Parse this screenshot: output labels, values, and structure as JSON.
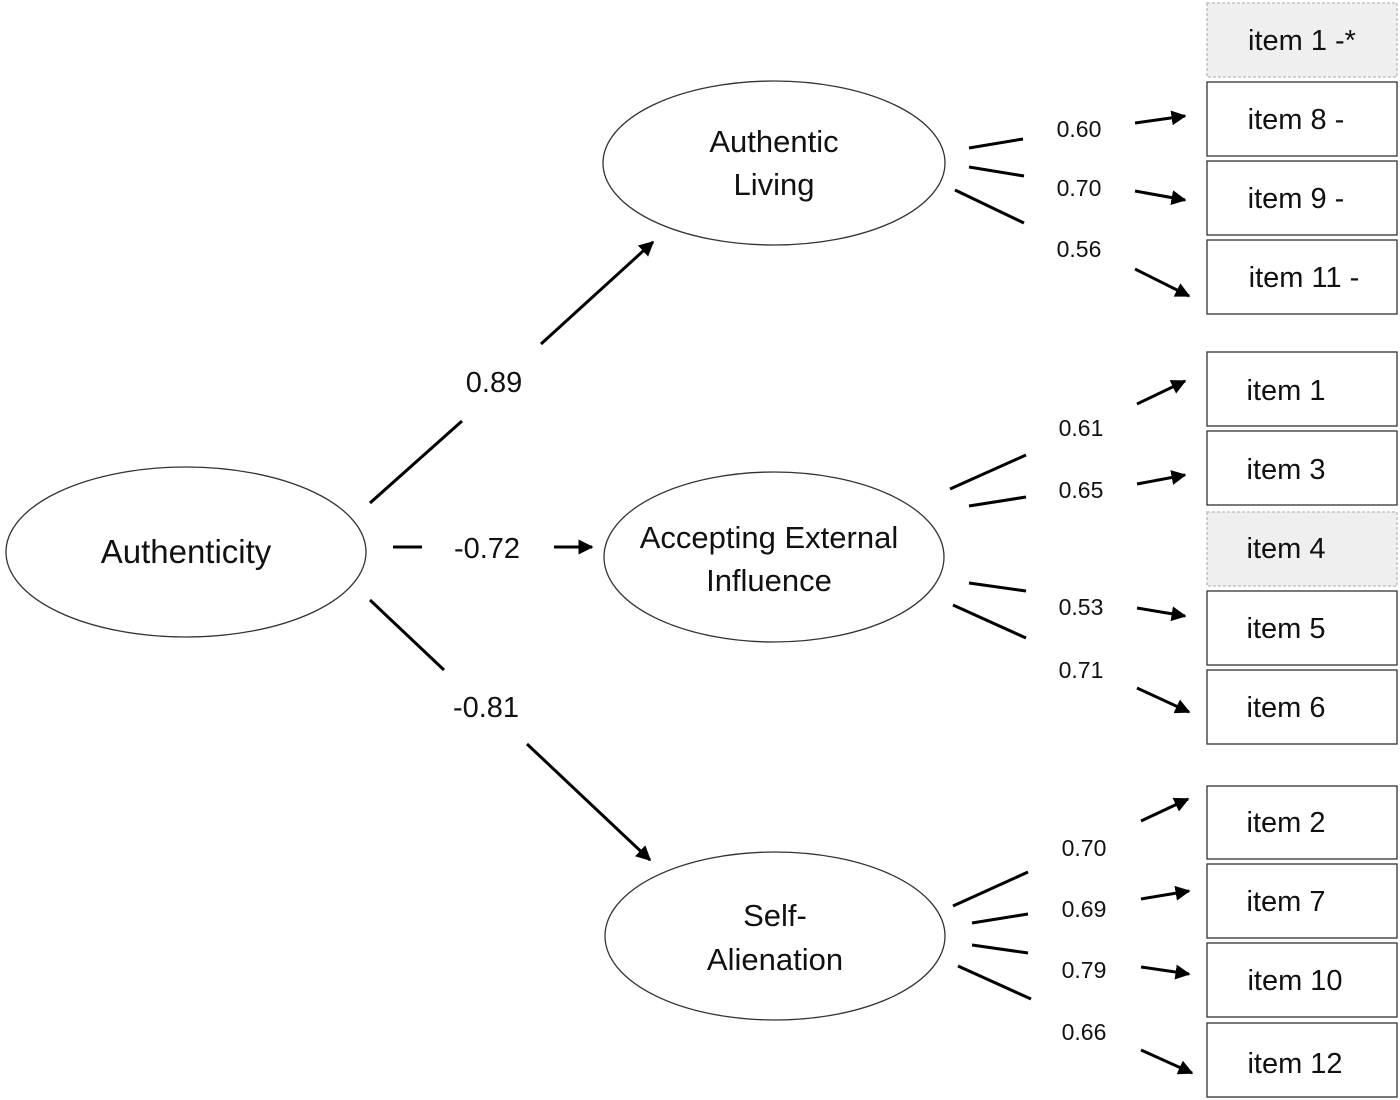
{
  "diagram": {
    "root": {
      "label": "Authenticity"
    },
    "factors": [
      {
        "id": "authentic-living",
        "label_lines": [
          "Authentic",
          "Living"
        ],
        "loading_on_root": "0.89"
      },
      {
        "id": "accepting-external-influence",
        "label_lines": [
          "Accepting External",
          "Influence"
        ],
        "loading_on_root": "-0.72"
      },
      {
        "id": "self-alienation",
        "label_lines": [
          "Self-",
          "Alienation"
        ],
        "loading_on_root": "-0.81"
      }
    ],
    "items": [
      {
        "label": "item 1 -*",
        "factor": "authentic-living",
        "dropped": true
      },
      {
        "label": "item 8 -",
        "factor": "authentic-living",
        "loading": "0.60"
      },
      {
        "label": "item 9 -",
        "factor": "authentic-living",
        "loading": "0.70"
      },
      {
        "label": "item 11 -",
        "factor": "authentic-living",
        "loading": "0.56"
      },
      {
        "label": "item 1",
        "factor": "accepting-external-influence",
        "loading": "0.61"
      },
      {
        "label": "item 3",
        "factor": "accepting-external-influence",
        "loading": "0.65"
      },
      {
        "label": "item 4",
        "factor": "accepting-external-influence",
        "dropped": true
      },
      {
        "label": "item 5",
        "factor": "accepting-external-influence",
        "loading": "0.53"
      },
      {
        "label": "item 6",
        "factor": "accepting-external-influence",
        "loading": "0.71"
      },
      {
        "label": "item 2",
        "factor": "self-alienation",
        "loading": "0.70"
      },
      {
        "label": "item 7",
        "factor": "self-alienation",
        "loading": "0.69"
      },
      {
        "label": "item 10",
        "factor": "self-alienation",
        "loading": "0.79"
      },
      {
        "label": "item 12",
        "factor": "self-alienation",
        "loading": "0.66"
      }
    ],
    "colors": {
      "stroke": "#000000",
      "dropped_fill": "#efefef"
    }
  }
}
